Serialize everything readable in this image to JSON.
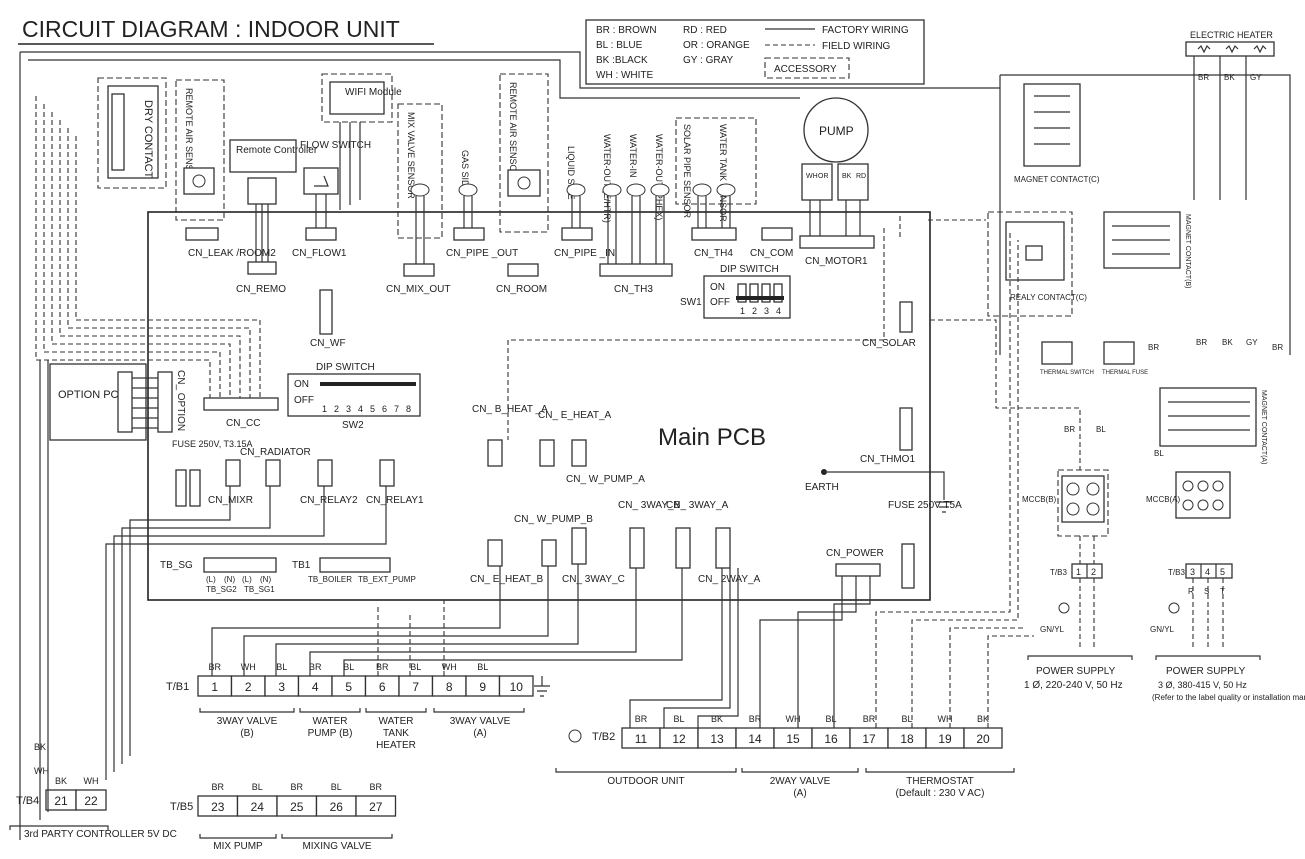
{
  "title": "CIRCUIT DIAGRAM : INDOOR UNIT",
  "legend": {
    "colors": [
      "BR : BROWN",
      "BL : BLUE",
      "BK :BLACK",
      "WH : WHITE",
      "RD : RED",
      "OR : ORANGE",
      "GY : GRAY"
    ],
    "factory_wiring": "FACTORY WIRING",
    "field_wiring": "FIELD WIRING",
    "accessory": "ACCESSORY"
  },
  "main_pcb_label": "Main PCB",
  "components": {
    "dry_contact": "DRY CONTACT",
    "remote_air_sensor_1": "REMOTE AIR SENSOR",
    "remote_controller": "Remote Controller",
    "flow_switch": "FLOW SWITCH",
    "wifi_module": "WIFI Module",
    "mix_valve_sensor": "MIX VALVE SENSOR",
    "gas_side": "GAS SIDE",
    "remote_air_sensor_2": "REMOTE AIR SENSOR",
    "liquid_side": "LIQUID SIDE",
    "water_out_ehtr": "WATER-OUT (E/HTR)",
    "water_in": "WATER-IN",
    "water_out_phex": "WATER-OUT (PHEX)",
    "solar_pipe_sensor": "SOLAR PIPE SENSOR",
    "water_tank_sensor": "WATER TANK SENSOR",
    "pump": "PUMP",
    "electric_heater": "ELECTRIC HEATER",
    "magnet_contact_c": "MAGNET CONTACT(C)",
    "magnet_contact_b": "MAGNET CONTACT(B)",
    "magnet_contact_a": "MAGNET CONTACT(A)",
    "realy_contact_c": "REALY CONTACT(C)",
    "thermal_switch": "THERMAL SWITCH",
    "thermal_fuse": "THERMAL FUSE",
    "option_pcb": "OPTION PCB",
    "fuse_main": "FUSE 250V, T3.15A",
    "fuse_power": "FUSE 250V T5A",
    "earth": "EARTH",
    "mccb_b": "MCCB(B)",
    "mccb_a": "MCCB(A)"
  },
  "connectors": {
    "cn_leak_room2": "CN_LEAK /ROOM2",
    "cn_remo": "CN_REMO",
    "cn_flow1": "CN_FLOW1",
    "cn_wf": "CN_WF",
    "cn_mix_out": "CN_MIX_OUT",
    "cn_pipe_out": "CN_PIPE _OUT",
    "cn_room": "CN_ROOM",
    "cn_pipe_in": "CN_PIPE _IN",
    "cn_th3": "CN_TH3",
    "cn_th4": "CN_TH4",
    "cn_com": "CN_COM",
    "cn_motor1": "CN_MOTOR1",
    "cn_solar": "CN_SOLAR",
    "cn_option": "CN_ OPTION",
    "cn_cc": "CN_CC",
    "cn_radiator": "CN_RADIATOR",
    "cn_mixr": "CN_MIXR",
    "cn_relay2": "CN_RELAY2",
    "cn_relay1": "CN_RELAY1",
    "b_heat_a": "CN_ B_HEAT _A",
    "e_heat_a": "CN_ E_HEAT_A",
    "w_pump_a": "CN_ W_PUMP_A",
    "cn_thmo1": "CN_THMO1",
    "w_pump_b": "CN_ W_PUMP_B",
    "3way_b": "CN_ 3WAY_B",
    "3way_a": "CN_ 3WAY_A",
    "e_heat_b": "CN_ E_HEAT_B",
    "3way_c": "CN_ 3WAY_C",
    "2way_a": "CN_ 2WAY_A",
    "cn_power": "CN_POWER"
  },
  "dip_switch_sw1": {
    "title": "DIP SWITCH",
    "name": "SW1",
    "on": "ON",
    "off": "OFF",
    "positions": [
      "1",
      "2",
      "3",
      "4"
    ]
  },
  "dip_switch_sw2": {
    "title": "DIP SWITCH",
    "name": "SW2",
    "on": "ON",
    "off": "OFF",
    "positions": [
      "1",
      "2",
      "3",
      "4",
      "5",
      "6",
      "7",
      "8"
    ]
  },
  "tb_sg": {
    "label": "TB_SG",
    "sub": [
      "(L)",
      "(N)",
      "(L)",
      "(N)"
    ],
    "names": [
      "TB_SG2",
      "TB_SG1"
    ]
  },
  "tb1": {
    "label": "TB1",
    "names": [
      "TB_BOILER",
      "TB_EXT_PUMP"
    ]
  },
  "tb_b1": {
    "label": "T/B1",
    "terminals": [
      "1",
      "2",
      "3",
      "4",
      "5",
      "6",
      "7",
      "8",
      "9",
      "10"
    ],
    "wires": [
      "BR",
      "WH",
      "BL",
      "BR",
      "BL",
      "BR",
      "BL",
      "WH",
      "BL",
      ""
    ],
    "groups": [
      "3WAY VALVE (B)",
      "WATER PUMP (B)",
      "WATER TANK HEATER",
      "3WAY VALVE (A)"
    ]
  },
  "tb_b2": {
    "label": "T/B2",
    "terminals": [
      "11",
      "12",
      "13",
      "14",
      "15",
      "16",
      "17",
      "18",
      "19",
      "20"
    ],
    "wires": [
      "BR",
      "BL",
      "BK",
      "BR",
      "WH",
      "BL",
      "BR",
      "BL",
      "WH",
      "BK"
    ],
    "groups": [
      "OUTDOOR UNIT",
      "2WAY VALVE (A)",
      "THERMOSTAT (Default : 230 V AC)"
    ]
  },
  "tb_b3_single": {
    "label": "T/B3",
    "terminals": [
      "1",
      "2"
    ],
    "wires": [
      "BR",
      "BL"
    ]
  },
  "tb_b3_three": {
    "label": "T/B3",
    "terminals": [
      "3",
      "4",
      "5"
    ],
    "phases": [
      "R",
      "S",
      "T"
    ],
    "wires": [
      "BR",
      "BK",
      "GY"
    ]
  },
  "tb_b4": {
    "label": "T/B4",
    "terminals": [
      "21",
      "22"
    ],
    "wires": [
      "BK",
      "WH"
    ],
    "group": "3rd PARTY CONTROLLER 5V DC"
  },
  "tb_b5": {
    "label": "T/B5",
    "terminals": [
      "23",
      "24",
      "25",
      "26",
      "27"
    ],
    "wires": [
      "BR",
      "BL",
      "BR",
      "BL",
      "BR"
    ],
    "groups": [
      "MIX PUMP",
      "MIXING VALVE"
    ]
  },
  "power_supply_1": {
    "title": "POWER SUPPLY",
    "spec": "1 Ø, 220-240 V, 50 Hz",
    "ground": "GN/YL"
  },
  "power_supply_3": {
    "title": "POWER SUPPLY",
    "spec": "3 Ø, 380-415 V, 50 Hz",
    "note": "(Refer to the label quality or installation manual)",
    "ground": "GN/YL"
  },
  "wire_tags": {
    "motor_colors": [
      "WH",
      "OR",
      "BK",
      "RD"
    ],
    "heater_colors": [
      "BR",
      "BK",
      "GY"
    ],
    "right_colors": [
      "BR",
      "BK",
      "GY",
      "BR",
      "BL"
    ]
  }
}
